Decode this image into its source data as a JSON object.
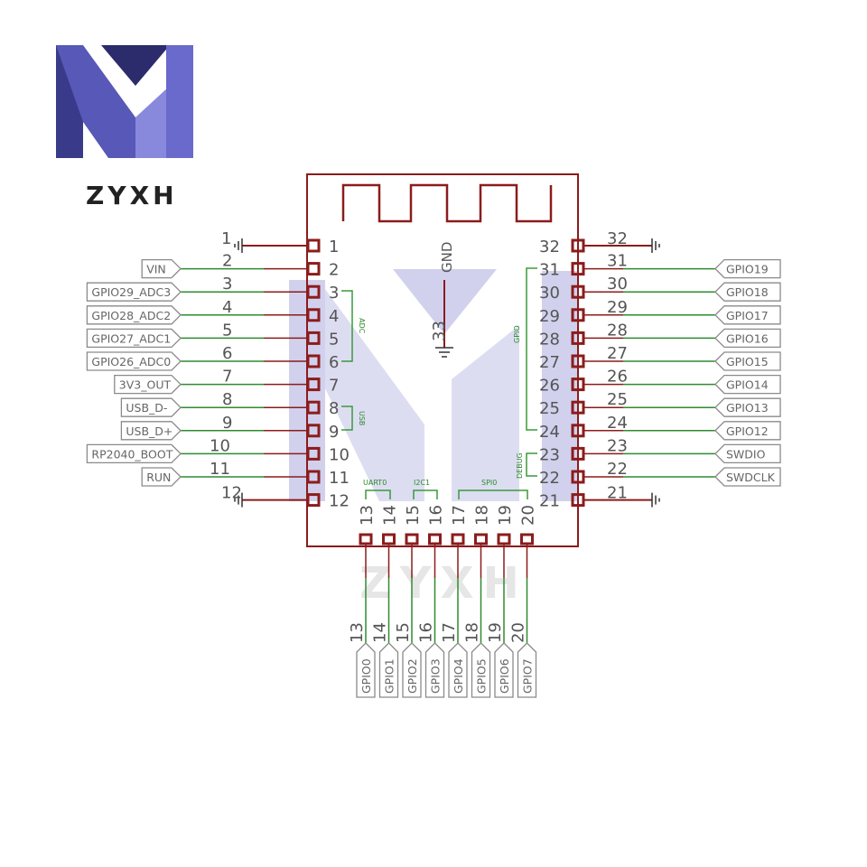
{
  "brand": {
    "name": "ZYXH"
  },
  "colors": {
    "chip": "#8b1c1c",
    "wire": "#2e8b2e",
    "bus": "#3a9a3a",
    "label": "#666666",
    "pinText": "#555555",
    "watermark": "#b9bbe6"
  },
  "chip": {
    "gnd_label": "GND",
    "gnd_pin": "33"
  },
  "groups": {
    "adc": "ADC",
    "usb": "USB",
    "gpio": "GPIO",
    "debug": "DEBUG",
    "uart": "UART0",
    "i2c": "I2C1",
    "spi": "SPI0"
  },
  "left_pins": [
    {
      "num": "1",
      "label": "",
      "gnd": true
    },
    {
      "num": "2",
      "label": "VIN"
    },
    {
      "num": "3",
      "label": "GPIO29_ADC3"
    },
    {
      "num": "4",
      "label": "GPIO28_ADC2"
    },
    {
      "num": "5",
      "label": "GPIO27_ADC1"
    },
    {
      "num": "6",
      "label": "GPIO26_ADC0"
    },
    {
      "num": "7",
      "label": "3V3_OUT"
    },
    {
      "num": "8",
      "label": "USB_D-"
    },
    {
      "num": "9",
      "label": "USB_D+"
    },
    {
      "num": "10",
      "label": "RP2040_BOOT"
    },
    {
      "num": "11",
      "label": "RUN"
    },
    {
      "num": "12",
      "label": "",
      "gnd": true
    }
  ],
  "right_pins": [
    {
      "num": "32",
      "label": "",
      "gnd": true
    },
    {
      "num": "31",
      "label": "GPIO19"
    },
    {
      "num": "30",
      "label": "GPIO18"
    },
    {
      "num": "29",
      "label": "GPIO17"
    },
    {
      "num": "28",
      "label": "GPIO16"
    },
    {
      "num": "27",
      "label": "GPIO15"
    },
    {
      "num": "26",
      "label": "GPIO14"
    },
    {
      "num": "25",
      "label": "GPIO13"
    },
    {
      "num": "24",
      "label": "GPIO12"
    },
    {
      "num": "23",
      "label": "SWDIO"
    },
    {
      "num": "22",
      "label": "SWDCLK"
    },
    {
      "num": "21",
      "label": "",
      "gnd": true
    }
  ],
  "bottom_pins": [
    {
      "num": "13",
      "label": "GPIO0"
    },
    {
      "num": "14",
      "label": "GPIO1"
    },
    {
      "num": "15",
      "label": "GPIO2"
    },
    {
      "num": "16",
      "label": "GPIO3"
    },
    {
      "num": "17",
      "label": "GPIO4"
    },
    {
      "num": "18",
      "label": "GPIO5"
    },
    {
      "num": "19",
      "label": "GPIO6"
    },
    {
      "num": "20",
      "label": "GPIO7"
    }
  ]
}
